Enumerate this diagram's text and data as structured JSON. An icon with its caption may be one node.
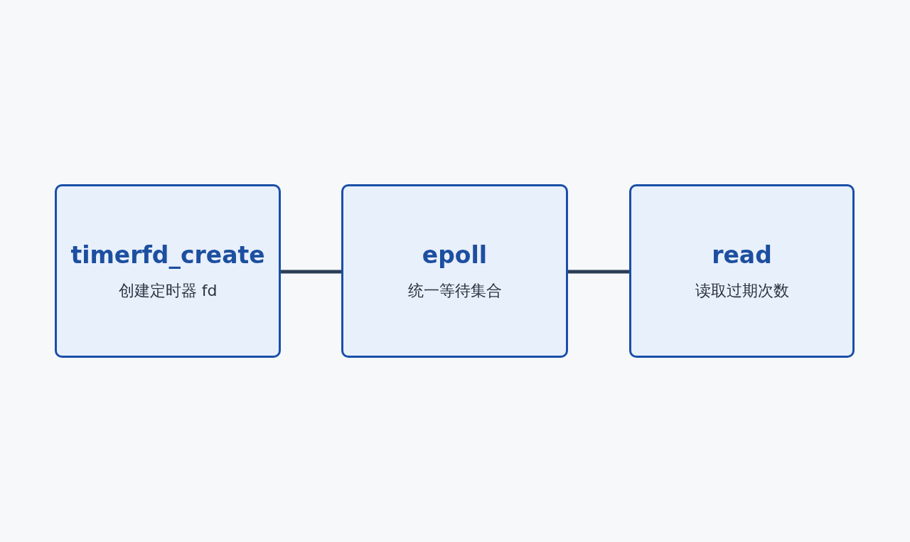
{
  "diagram": {
    "nodes": [
      {
        "text": [
          "timerfd_create",
          "创建定时器 fd"
        ]
      },
      {
        "text": [
          "epoll",
          "统一等待集合"
        ]
      },
      {
        "text": [
          "read",
          "读取过期次数"
        ]
      }
    ],
    "edges": [
      {
        "from": 0,
        "to": 1,
        "arrow": "none"
      },
      {
        "from": 1,
        "to": 2,
        "arrow": "none"
      }
    ]
  }
}
